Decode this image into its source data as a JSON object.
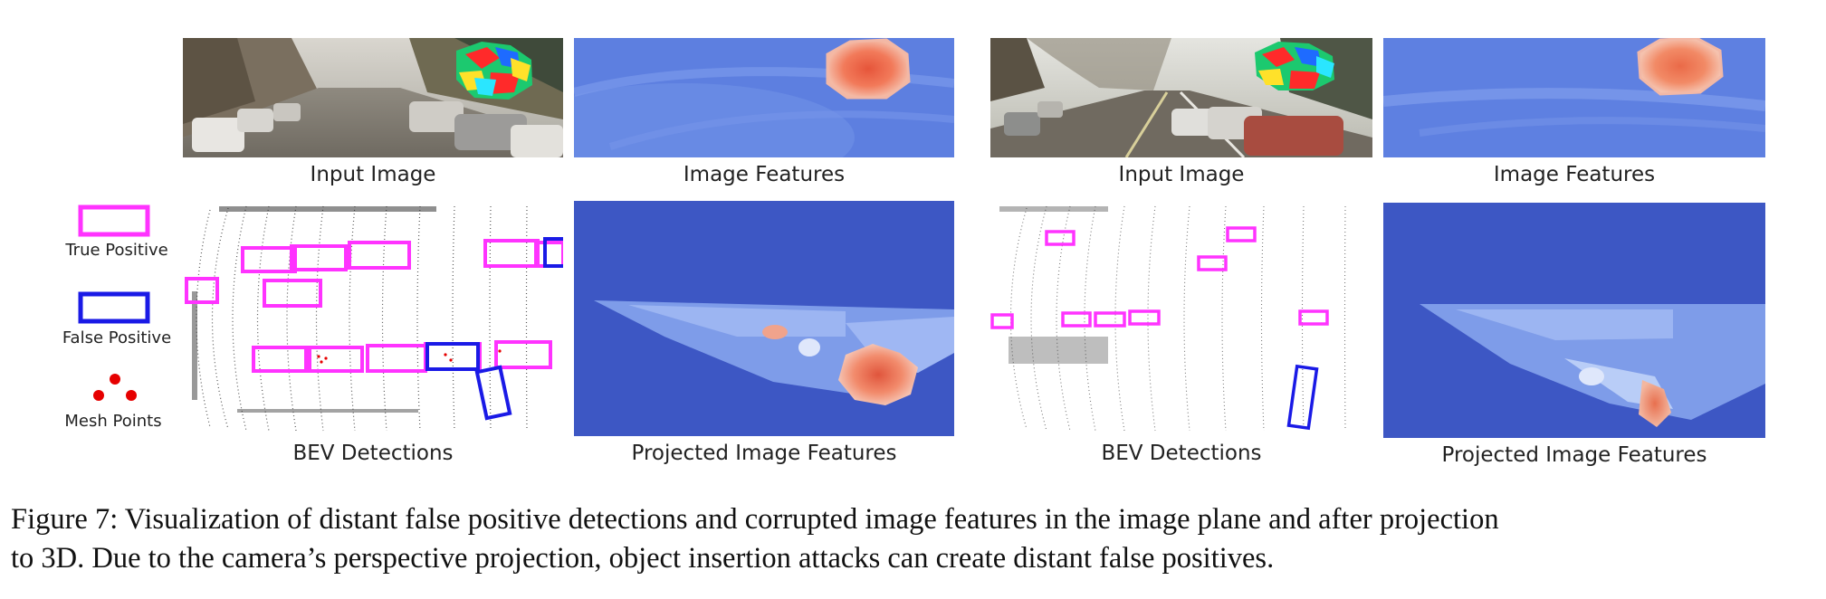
{
  "legend": {
    "true_positive": "True Positive",
    "false_positive": "False Positive",
    "mesh_points": "Mesh Points",
    "colors": {
      "true_positive": "#ff33ff",
      "false_positive": "#1a1ae6",
      "mesh_points": "#e60000"
    }
  },
  "left_example": {
    "input_image_label": "Input Image",
    "image_features_label": "Image Features",
    "bev_label": "BEV Detections",
    "projected_label": "Projected Image Features"
  },
  "right_example": {
    "input_image_label": "Input Image",
    "image_features_label": "Image Features",
    "bev_label": "BEV Detections",
    "projected_label": "Projected Image Features"
  },
  "caption": {
    "line1": "Figure 7: Visualization of distant false positive detections and corrupted image features in the image plane and after projection",
    "line2": "to 3D. Due to the camera’s perspective projection, object insertion attacks can create distant false positives."
  },
  "colors": {
    "feature_background": "#3d57c4",
    "feature_light": "#8aa8f0",
    "feature_hot": "#f06a4a"
  }
}
